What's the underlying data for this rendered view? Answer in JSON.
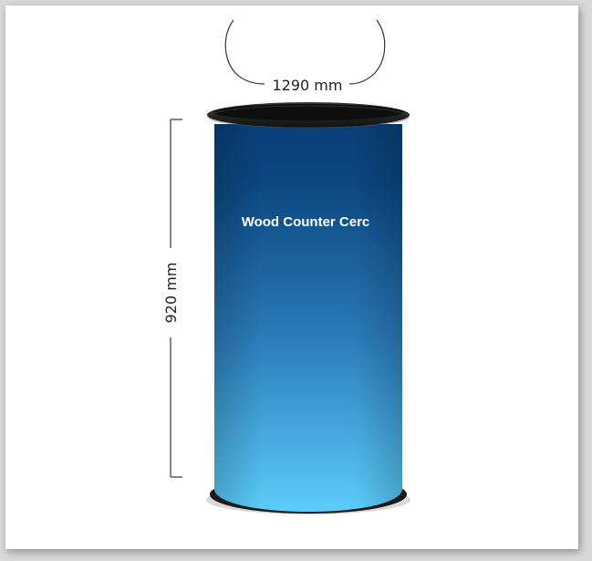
{
  "product": {
    "name": "Wood Counter Cerc"
  },
  "dimensions": {
    "diameter_label": "1290 mm",
    "height_label": "920 mm"
  },
  "colors": {
    "panel_top": "#0a3f78",
    "panel_mid": "#1e6aa8",
    "panel_bottom": "#5cc9f8",
    "rim": "#2a2a2a",
    "dimension_line": "#333333"
  }
}
